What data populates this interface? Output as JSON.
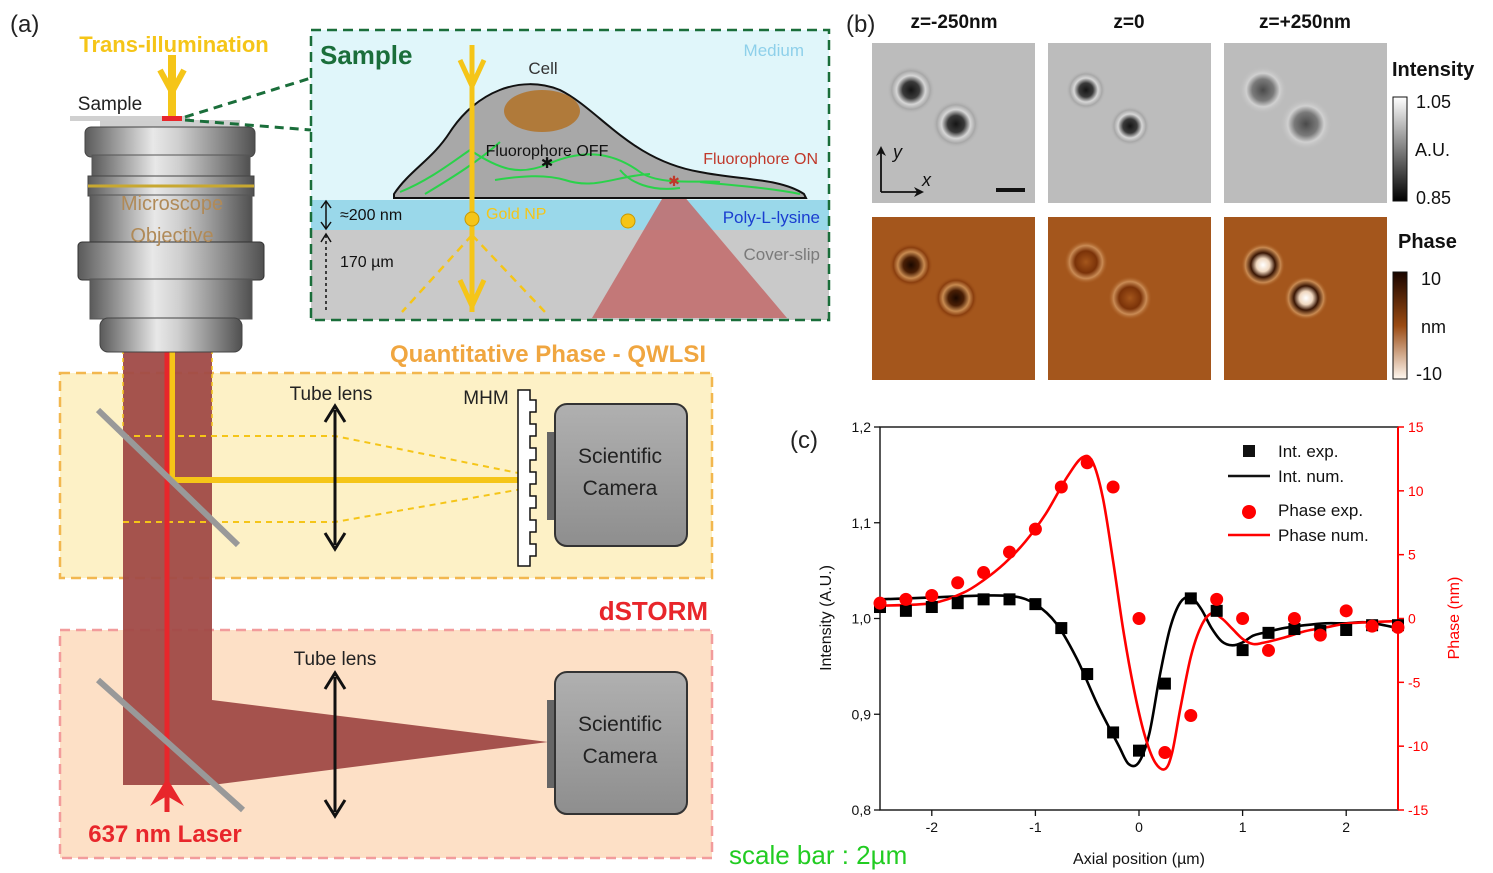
{
  "panel_a": {
    "label": "(a)",
    "trans_illumination": "Trans-illumination",
    "sample_label": "Sample",
    "objective_line1": "Microscope",
    "objective_line2": "Objective",
    "inset": {
      "title": "Sample",
      "medium": "Medium",
      "cell": "Cell",
      "fluorophore_off": "Fluorophore OFF",
      "fluorophore_on": "Fluorophore ON",
      "thickness_200": "≈200 nm",
      "gold_np": "Gold NP",
      "poly_lysine": "Poly-L-lysine",
      "thickness_170": "170 µm",
      "cover_slip": "Cover-slip"
    },
    "qwlsi_title": "Quantitative Phase - QWLSI",
    "tube_lens_1": "Tube lens",
    "mhm": "MHM",
    "camera_1_line1": "Scientific",
    "camera_1_line2": "Camera",
    "dstorm_title": "dSTORM",
    "tube_lens_2": "Tube lens",
    "camera_2_line1": "Scientific",
    "camera_2_line2": "Camera",
    "laser": "637 nm Laser",
    "colors": {
      "yellow": "#f5c518",
      "laser_red": "#e8262b",
      "dark_red": "#9b4a46",
      "green": "#1a6e3a"
    }
  },
  "panel_b": {
    "label": "(b)",
    "columns": [
      "z=-250nm",
      "z=0",
      "z=+250nm"
    ],
    "axis_y": "y",
    "axis_x": "x",
    "intensity_title": "Intensity",
    "intensity_max": "1.05",
    "intensity_unit": "A.U.",
    "intensity_min": "0.85",
    "phase_title": "Phase",
    "phase_max": "10",
    "phase_unit": "nm",
    "phase_min": "-10"
  },
  "scale_note": "scale bar : 2µm",
  "chart_data": {
    "type": "scatter",
    "panel_label": "(c)",
    "xlabel": "Axial position (µm)",
    "ylabel": "Intensity (A.U.)",
    "y2label": "Phase (nm)",
    "xlim": [
      -2.5,
      2.5
    ],
    "ylim": [
      0.8,
      1.2
    ],
    "y2lim": [
      -15,
      15
    ],
    "x_ticks": [
      "-2",
      "-1",
      "0",
      "1",
      "2"
    ],
    "y_ticks": [
      "0,8",
      "0,9",
      "1,0",
      "1,1",
      "1,2"
    ],
    "y2_ticks": [
      "-15",
      "-10",
      "-5",
      "0",
      "5",
      "10",
      "15"
    ],
    "legend_position": "top-right",
    "legend": [
      "Int. exp.",
      "Int. num.",
      "Phase exp.",
      "Phase num."
    ],
    "series": [
      {
        "name": "Int. exp.",
        "axis": "left",
        "marker": "square",
        "color": "#000000",
        "x": [
          -2.5,
          -2.25,
          -2.0,
          -1.75,
          -1.5,
          -1.25,
          -1.0,
          -0.75,
          -0.5,
          -0.25,
          0.0,
          0.25,
          0.5,
          0.75,
          1.0,
          1.25,
          1.5,
          1.75,
          2.0,
          2.25,
          2.5
        ],
        "y": [
          1.012,
          1.008,
          1.012,
          1.016,
          1.02,
          1.02,
          1.015,
          0.99,
          0.942,
          0.881,
          0.862,
          0.932,
          1.021,
          1.008,
          0.967,
          0.985,
          0.989,
          0.987,
          0.988,
          0.993,
          0.993
        ]
      },
      {
        "name": "Int. num.",
        "axis": "left",
        "line": true,
        "color": "#000000",
        "x": [
          -2.5,
          -2.0,
          -1.5,
          -1.2,
          -1.0,
          -0.8,
          -0.6,
          -0.4,
          -0.2,
          -0.1,
          0.0,
          0.1,
          0.2,
          0.3,
          0.4,
          0.5,
          0.6,
          0.7,
          0.8,
          0.9,
          1.0,
          1.1,
          1.2,
          1.4,
          1.6,
          1.8,
          2.0,
          2.2,
          2.5
        ],
        "y": [
          1.02,
          1.022,
          1.024,
          1.023,
          1.015,
          0.995,
          0.958,
          0.91,
          0.868,
          0.848,
          0.85,
          0.88,
          0.94,
          0.99,
          1.017,
          1.022,
          1.01,
          0.99,
          0.976,
          0.972,
          0.975,
          0.982,
          0.985,
          0.99,
          0.993,
          0.995,
          0.995,
          0.996,
          0.99
        ]
      },
      {
        "name": "Phase exp.",
        "axis": "right",
        "marker": "circle",
        "color": "#ff0000",
        "x": [
          -2.5,
          -2.25,
          -2.0,
          -1.75,
          -1.5,
          -1.25,
          -1.0,
          -0.75,
          -0.5,
          -0.25,
          0.0,
          0.25,
          0.5,
          0.75,
          1.0,
          1.25,
          1.5,
          1.75,
          2.0,
          2.25,
          2.5
        ],
        "y": [
          1.2,
          1.5,
          1.8,
          2.8,
          3.6,
          5.2,
          7.0,
          10.3,
          12.2,
          10.3,
          0.0,
          -10.5,
          -7.6,
          1.5,
          0.0,
          -2.5,
          0.0,
          -1.3,
          0.6,
          -0.6,
          -0.7
        ]
      },
      {
        "name": "Phase num.",
        "axis": "right",
        "line": true,
        "color": "#ff0000",
        "x": [
          -2.5,
          -2.0,
          -1.7,
          -1.5,
          -1.3,
          -1.1,
          -0.9,
          -0.7,
          -0.55,
          -0.45,
          -0.35,
          -0.25,
          -0.15,
          -0.05,
          0.05,
          0.15,
          0.25,
          0.32,
          0.4,
          0.5,
          0.6,
          0.7,
          0.8,
          0.9,
          1.0,
          1.1,
          1.2,
          1.4,
          1.6,
          1.8,
          2.0,
          2.2,
          2.5
        ],
        "y": [
          1.0,
          1.2,
          2.0,
          3.0,
          4.3,
          6.0,
          8.2,
          11.0,
          12.6,
          12.3,
          9.5,
          4.5,
          -1.0,
          -5.5,
          -9.0,
          -11.2,
          -11.8,
          -10.5,
          -7.0,
          -3.0,
          -0.6,
          0.4,
          0.0,
          -0.8,
          -1.6,
          -2.0,
          -1.9,
          -1.5,
          -1.0,
          -0.7,
          -0.4,
          -0.3,
          -0.2
        ]
      }
    ]
  }
}
